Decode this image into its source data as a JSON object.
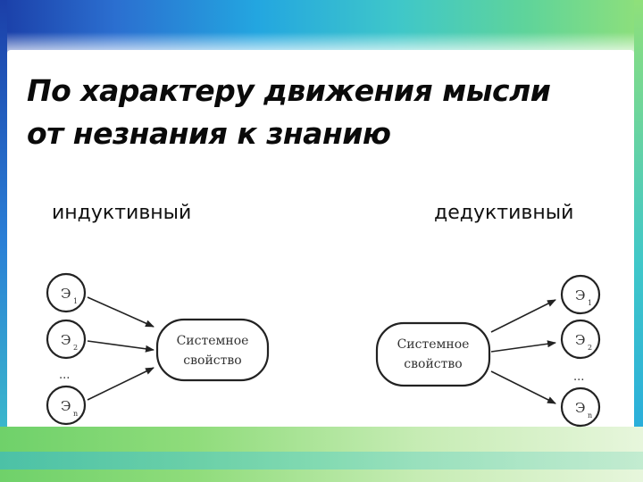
{
  "title": {
    "line1": "По характеру движения мысли",
    "line2": "от незнания к знанию"
  },
  "labels": {
    "inductive": "индуктивный",
    "deductive": "дедуктивный"
  },
  "diagram": {
    "system_line1": "Системное",
    "system_line2": "свойство",
    "element_letter": "Э",
    "subscripts": [
      "1",
      "2",
      "n"
    ],
    "ellipsis": "..."
  },
  "colors": {
    "accent_blue": "#2b6fd0",
    "accent_green": "#8fe07a"
  }
}
